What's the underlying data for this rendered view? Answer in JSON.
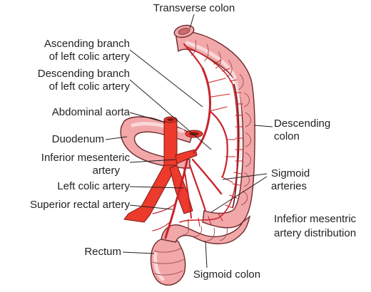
{
  "labels": {
    "transverse_colon": "Transverse colon",
    "ascending_branch_1": "Ascending branch",
    "ascending_branch_2": "of left colic artery",
    "descending_branch_1": "Descending branch",
    "descending_branch_2": "of left colic artery",
    "abdominal_aorta": "Abdominal aorta",
    "duodenum": "Duodenum",
    "inferior_mesenteric_1": "Inferior mesenteric",
    "inferior_mesenteric_2": "artery",
    "left_colic": "Left colic artery",
    "superior_rectal": "Superior rectal artery",
    "rectum": "Rectum",
    "descending_colon_1": "Descending",
    "descending_colon_2": "colon",
    "sigmoid_arteries_1": "Sigmoid",
    "sigmoid_arteries_2": "arteries",
    "distribution_1": "Infefior mesentric",
    "distribution_2": "artery distribution",
    "sigmoid_colon": "Sigmoid colon"
  },
  "colors": {
    "colon": "#f2a7a9",
    "colon_outline": "#6d2a2c",
    "artery": "#ec3a2d",
    "label_text": "#231f20"
  }
}
